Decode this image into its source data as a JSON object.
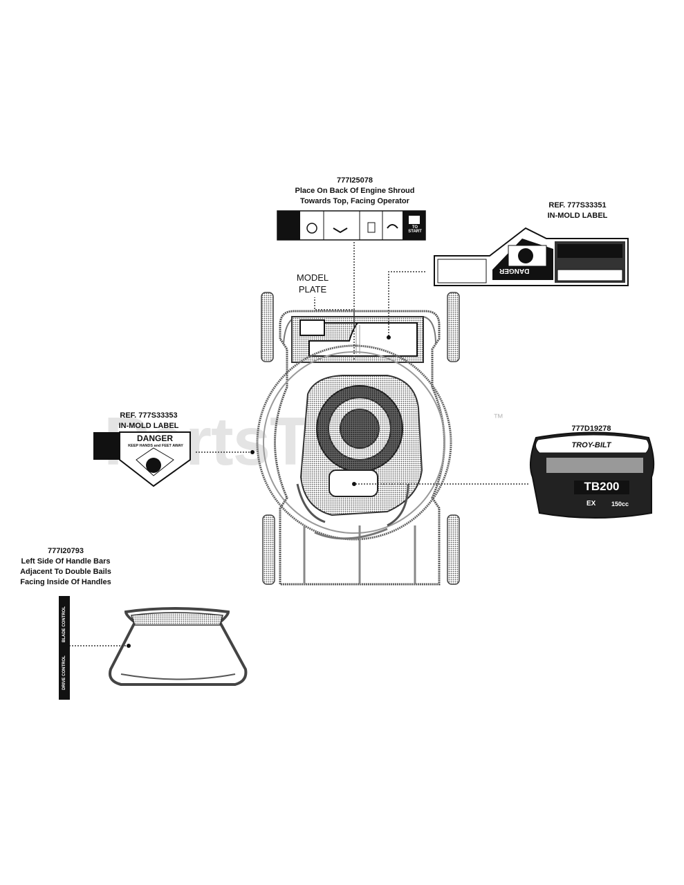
{
  "watermark": {
    "brand": "PartsTree",
    "trademark": "™"
  },
  "labels": {
    "engine_shroud": {
      "part": "777I25078",
      "line1": "Place On Back Of Engine Shroud",
      "line2": "Towards Top, Facing Operator",
      "decal_to_start": "TO START"
    },
    "right_mold": {
      "ref": "REF. 777S33351",
      "type": "IN-MOLD LABEL",
      "decal_word": "DANGER"
    },
    "left_mold": {
      "ref": "REF. 777S33353",
      "type": "IN-MOLD LABEL",
      "decal_word": "DANGER",
      "decal_sub": "KEEP HANDS and FEET AWAY"
    },
    "troy_bilt": {
      "part": "777D19278",
      "brand": "TROY-BILT",
      "model": "TB200",
      "engine": "EX",
      "cc": "150cc"
    },
    "handle": {
      "part": "777I20793",
      "line1": "Left Side Of Handle Bars",
      "line2": "Adjacent To Double Bails",
      "line3": "Facing Inside Of Handles",
      "decal_top": "BLADE CONTROL",
      "decal_bottom": "DRIVE CONTROL"
    },
    "model_plate": {
      "line1": "MODEL",
      "line2": "PLATE"
    }
  }
}
